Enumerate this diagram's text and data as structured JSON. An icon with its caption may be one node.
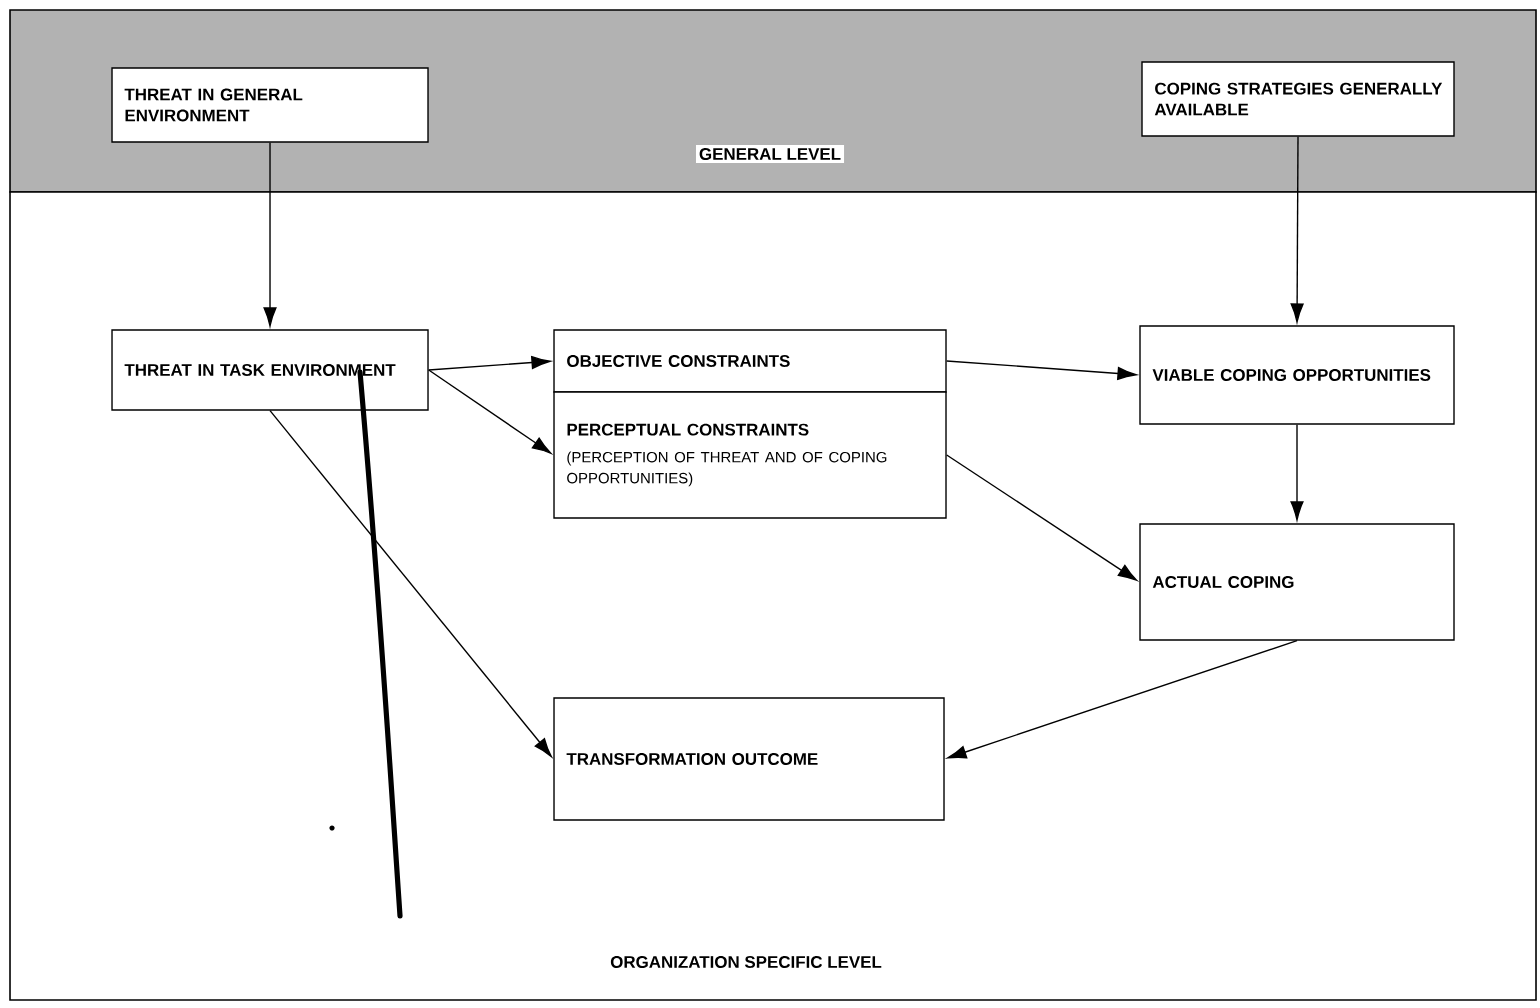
{
  "diagram": {
    "nodes": [
      {
        "text": [
          "GENERAL LEVEL"
        ]
      },
      {
        "text": [
          "THREAT IN GENERAL ENVIRONMENT"
        ],
        "in": 0
      },
      {
        "text": [
          "COPING STRATEGIES GENERALLY AVAILABLE"
        ],
        "in": 0
      },
      {
        "text": [
          "ORGANIZATION SPECIFIC LEVEL"
        ]
      },
      {
        "text": [
          "THREAT IN TASK ENVIRONMENT"
        ],
        "in": 3
      },
      {
        "text": [
          "OBJECTIVE CONSTRAINTS"
        ],
        "in": 3
      },
      {
        "text": [
          "PERCEPTUAL CONSTRAINTS",
          "(PERCEPTION OF THREAT AND OF COPING OPPORTUNITIES)"
        ],
        "in": 3
      },
      {
        "text": [
          "VIABLE COPING OPPORTUNITIES"
        ],
        "in": 3
      },
      {
        "text": [
          "ACTUAL COPING"
        ],
        "in": 3
      },
      {
        "text": [
          "TRANSFORMATION OUTCOME"
        ],
        "in": 3
      }
    ],
    "edges": [
      {
        "from": 1,
        "to": 4,
        "arrow": "to"
      },
      {
        "from": 2,
        "to": 7,
        "arrow": "to"
      },
      {
        "from": 4,
        "to": 5,
        "arrow": "to"
      },
      {
        "from": 4,
        "to": 6,
        "arrow": "to"
      },
      {
        "from": 5,
        "to": 7,
        "arrow": "to"
      },
      {
        "from": 6,
        "to": 8,
        "arrow": "to"
      },
      {
        "from": 7,
        "to": 8,
        "arrow": "to"
      },
      {
        "from": 4,
        "to": 9,
        "arrow": "to"
      },
      {
        "from": 8,
        "to": 9,
        "arrow": "to"
      }
    ]
  }
}
